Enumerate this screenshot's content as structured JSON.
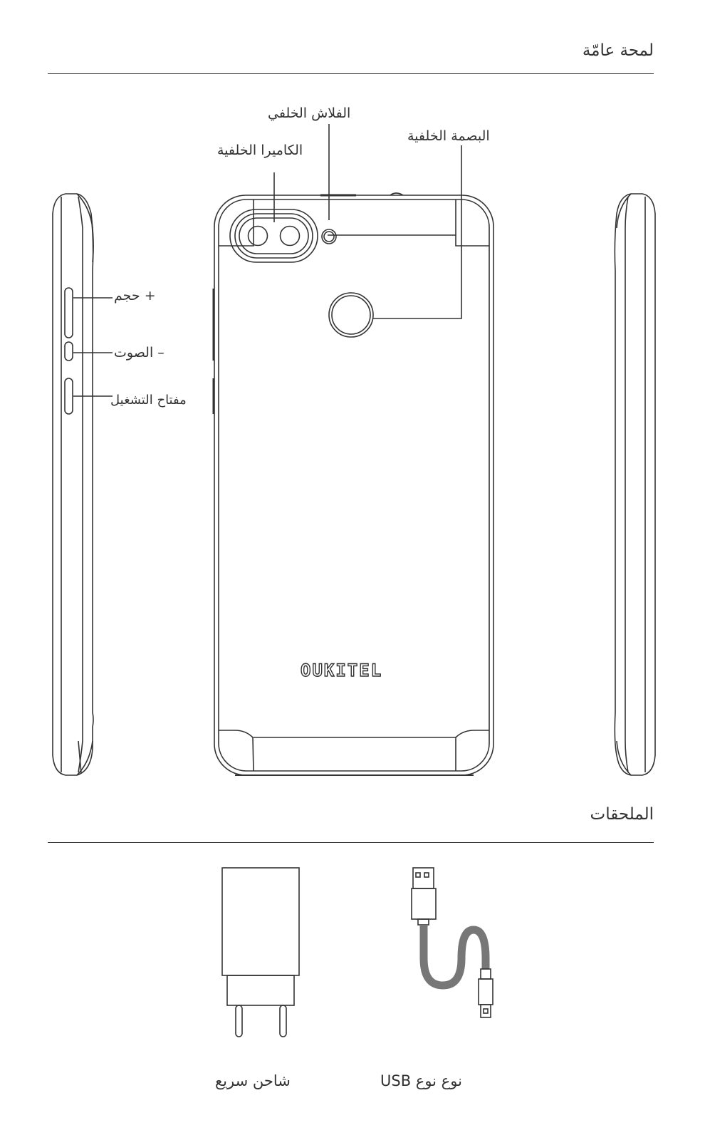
{
  "sections": {
    "overview_title": "لمحة  عامّة",
    "accessories_title": "الملحقات"
  },
  "callouts": {
    "rear_flash": "الفلاش الخلفي",
    "rear_camera": "الكاميرا الخلفية",
    "rear_fingerprint": "البصمة الخلفية",
    "volume_up": "+  حجم",
    "volume_down": "–  الصوت",
    "power_key": "مفتاح التشغيل"
  },
  "phone": {
    "brand_logo": "OUKITEL"
  },
  "accessories": {
    "charger_label": "شاحن سريع",
    "cable_label": "نوع نوع USB"
  }
}
